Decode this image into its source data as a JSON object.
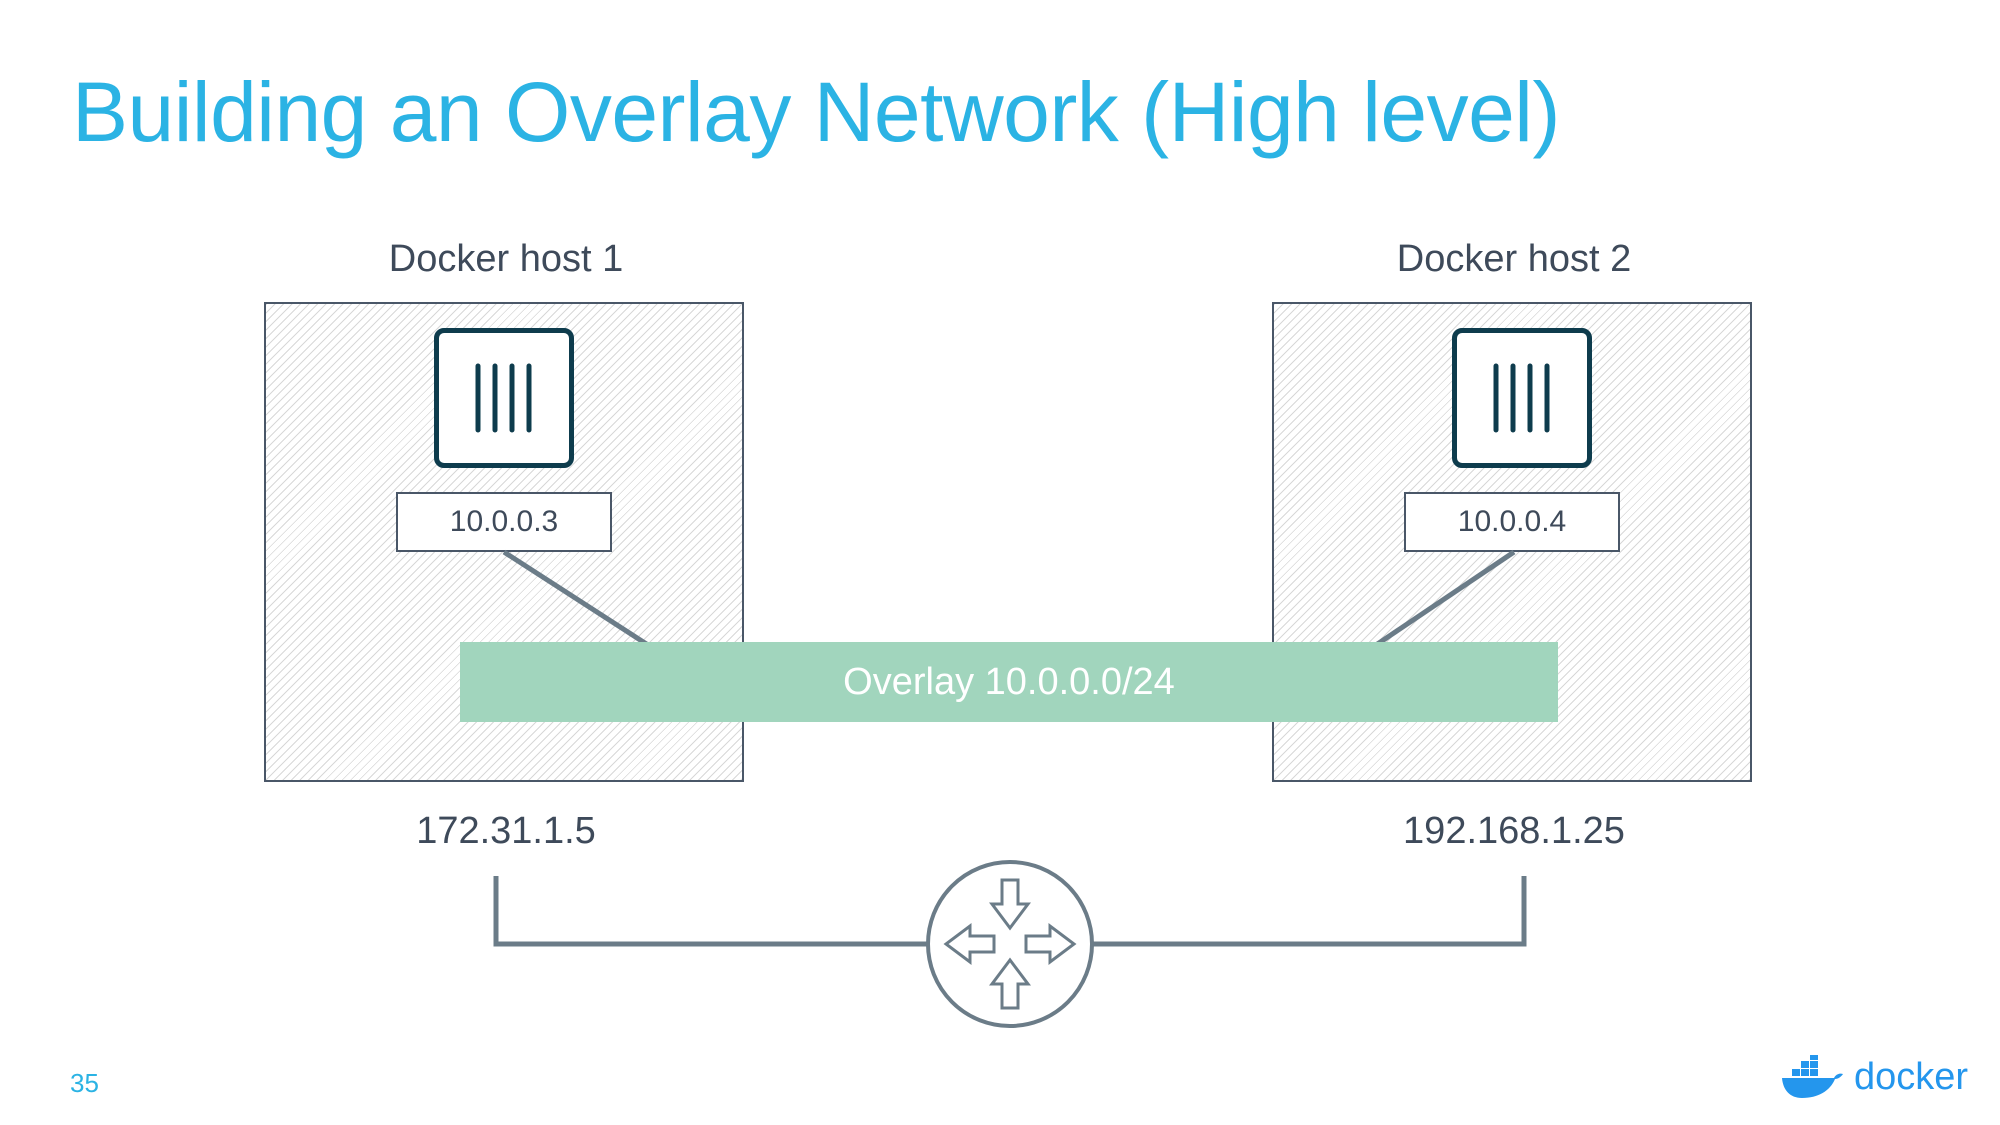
{
  "slide": {
    "title": "Building an Overlay Network (High level)",
    "page_number": "35"
  },
  "hosts": [
    {
      "label": "Docker host 1",
      "container_ip": "10.0.0.3",
      "host_ip": "172.31.1.5"
    },
    {
      "label": "Docker host 2",
      "container_ip": "10.0.0.4",
      "host_ip": "192.168.1.25"
    }
  ],
  "overlay": {
    "label": "Overlay 10.0.0.0/24",
    "color": "#a1d5bd"
  },
  "router": {
    "icon": "router-icon"
  },
  "brand": {
    "name": "docker",
    "icon": "docker-whale-icon",
    "color": "#2496ed"
  },
  "colors": {
    "title": "#2bb3e4",
    "line": "#6b7c88",
    "container_border": "#0e3c4d"
  }
}
